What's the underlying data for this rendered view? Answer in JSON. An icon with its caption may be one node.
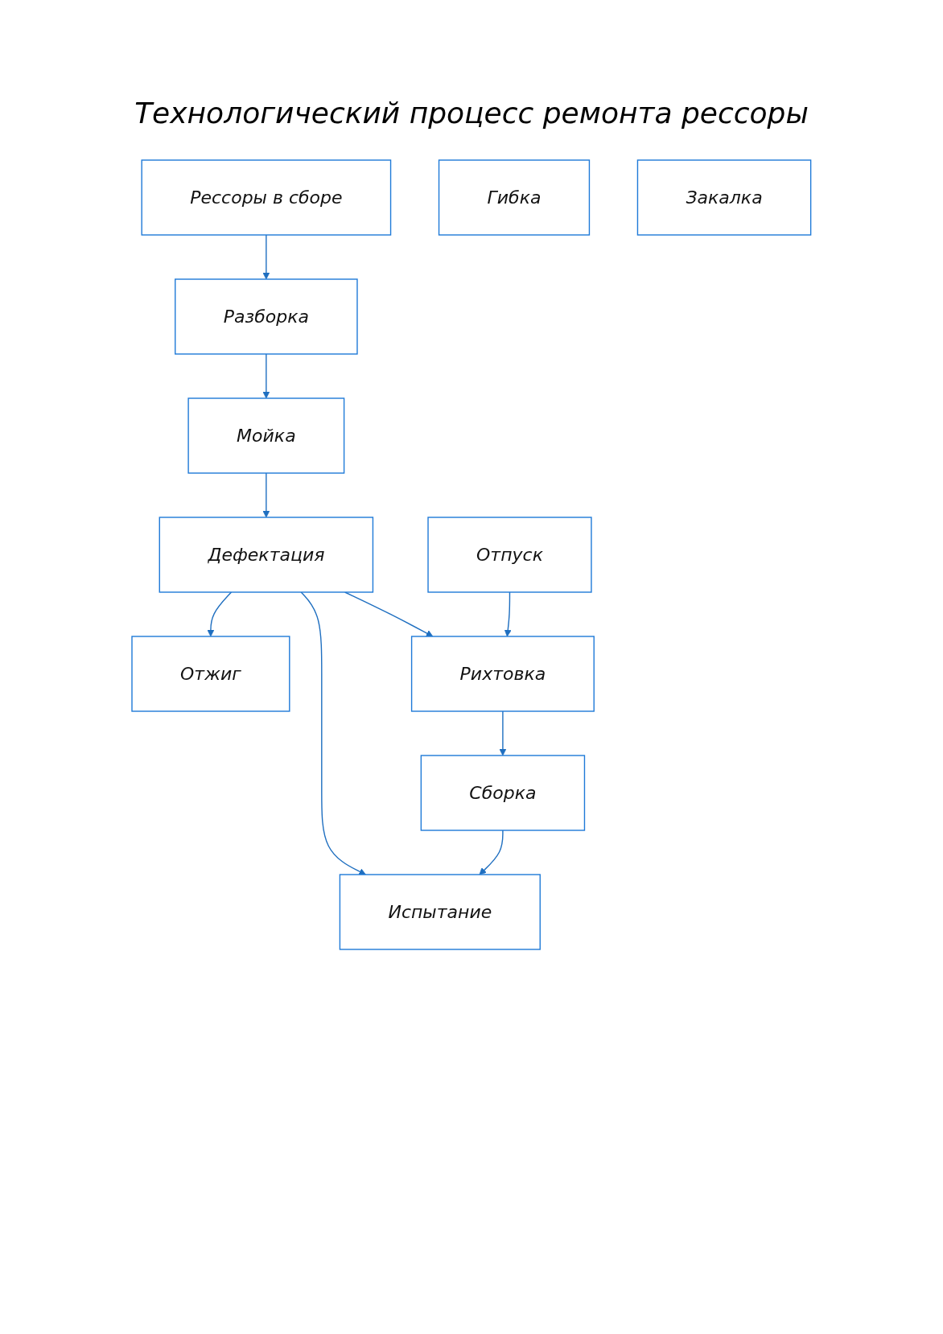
{
  "diagram": {
    "title": "Технологический процесс ремонта рессоры",
    "nodes": [
      {
        "text": [
          "Рессоры в сборе"
        ]
      },
      {
        "text": [
          "Разборка"
        ]
      },
      {
        "text": [
          "Мойка"
        ]
      },
      {
        "text": [
          "Дефектация"
        ]
      },
      {
        "text": [
          "Отжиг"
        ]
      },
      {
        "text": [
          "Рихтовка"
        ]
      },
      {
        "text": [
          "Гибка"
        ]
      },
      {
        "text": [
          "Сборка"
        ]
      },
      {
        "text": [
          "Закалка"
        ]
      },
      {
        "text": [
          "Испытание"
        ]
      },
      {
        "text": [
          "Отпуск"
        ]
      }
    ],
    "edges": [
      {
        "from": 0,
        "to": 1,
        "arrow": "to"
      },
      {
        "from": 1,
        "to": 2,
        "arrow": "to"
      },
      {
        "from": 2,
        "to": 3,
        "arrow": "to"
      },
      {
        "from": 3,
        "to": 4,
        "arrow": "to"
      },
      {
        "from": 3,
        "to": 5,
        "arrow": "to"
      },
      {
        "from": 3,
        "to": 9,
        "arrow": "to"
      },
      {
        "from": 5,
        "to": 7,
        "arrow": "to"
      },
      {
        "from": 7,
        "to": 9,
        "arrow": "to"
      },
      {
        "from": 10,
        "to": 5,
        "arrow": "to"
      }
    ]
  }
}
